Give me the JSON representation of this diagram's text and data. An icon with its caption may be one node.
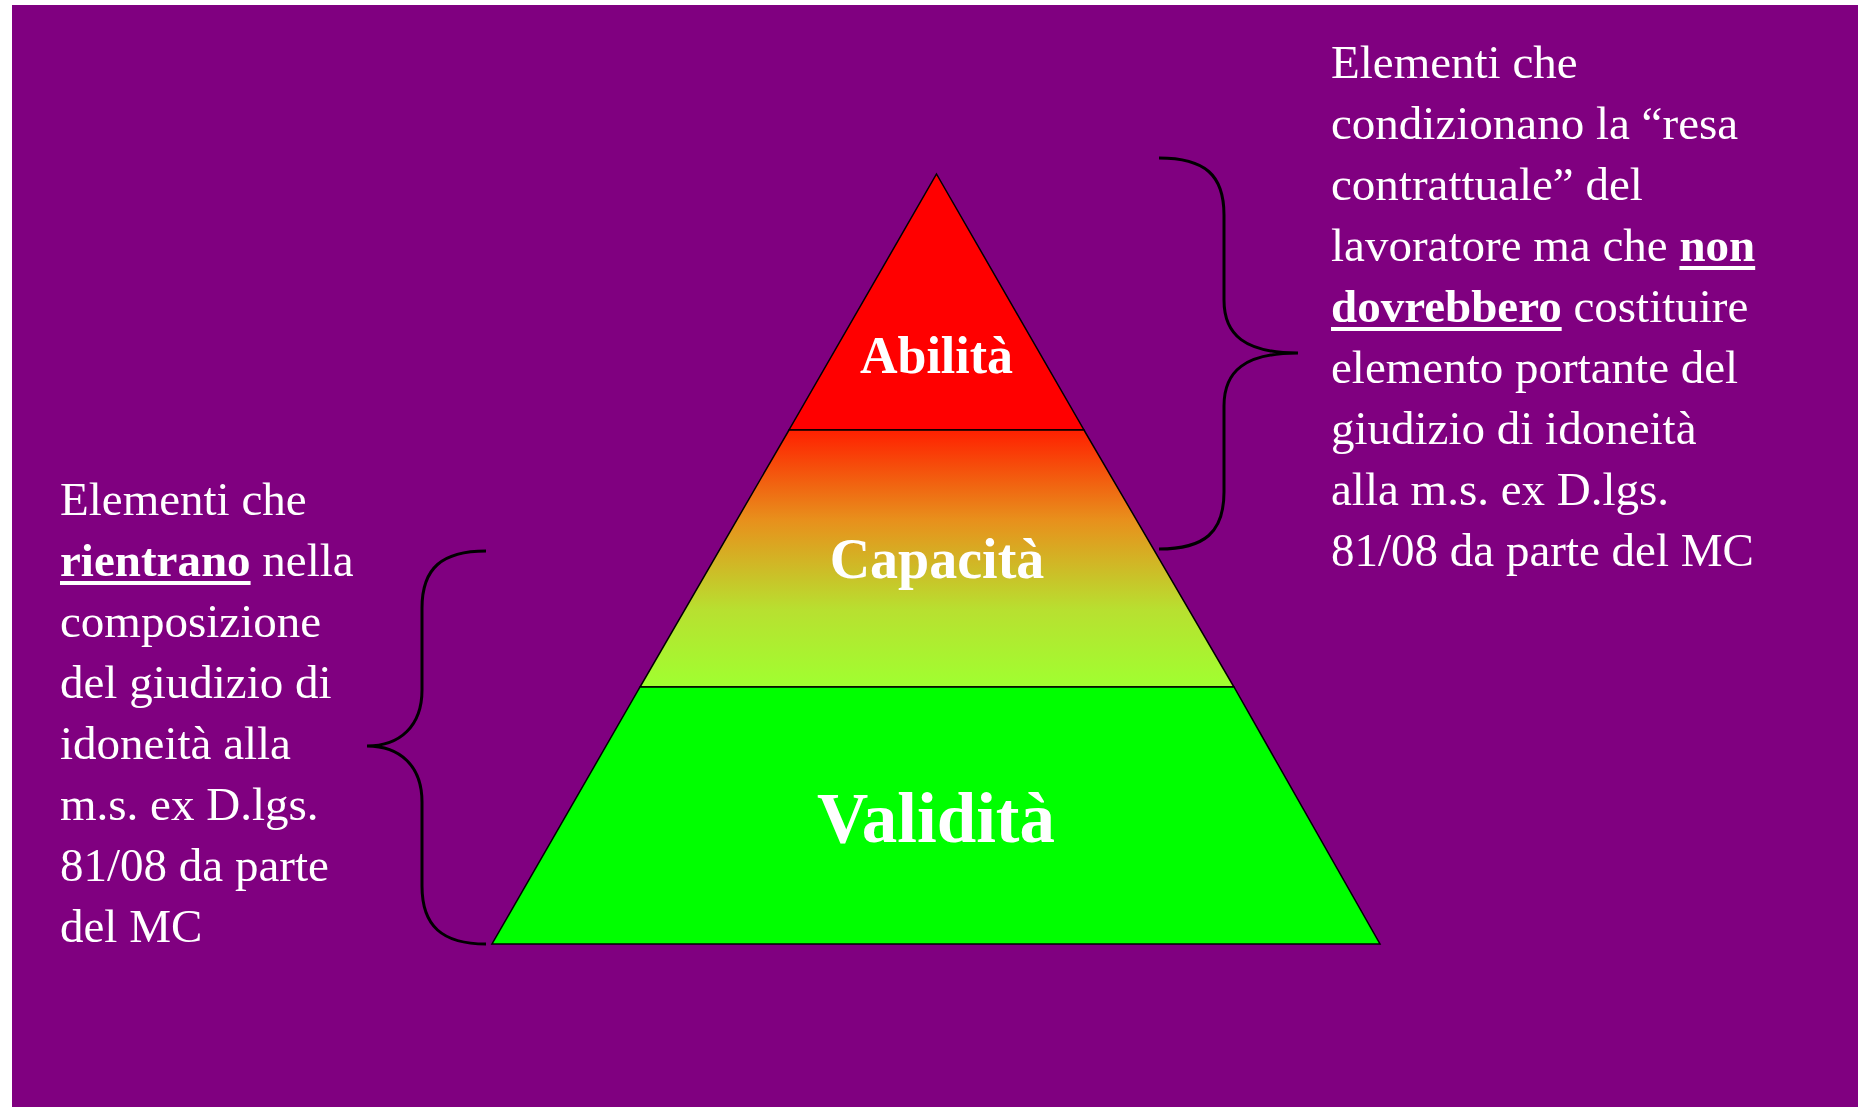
{
  "diagram": {
    "nodes": [
      {
        "text": [
          "Abilità"
        ]
      },
      {
        "text": [
          "Capacità"
        ]
      },
      {
        "text": [
          "Validità"
        ]
      }
    ],
    "edges": [],
    "labels": [
      "Elementi che condizionano la “resa contrattuale” del lavoratore ma che **non dovrebbero** costituire elemento portante del giudizio di idoneità alla m.s. ex D.lgs. 81/08 da parte del MC",
      "Elementi che **rientrano** nella composizione del giudizio di idoneità alla m.s. ex D.lgs. 81/08 da parte del MC"
    ]
  }
}
